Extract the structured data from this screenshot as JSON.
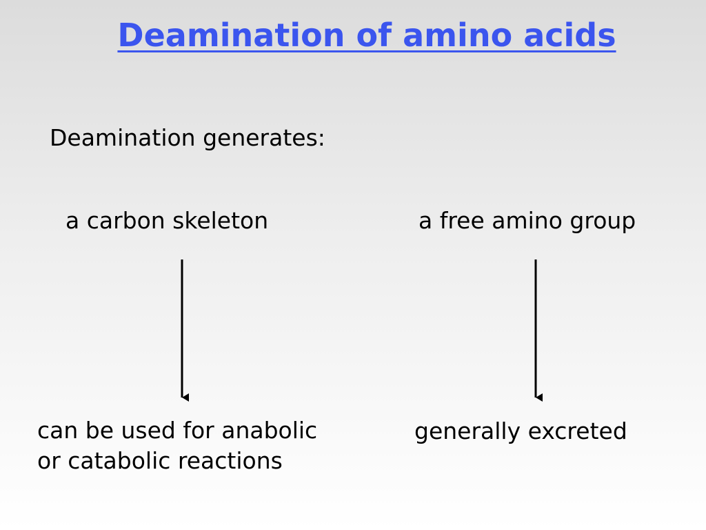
{
  "slide": {
    "title": "Deamination of amino acids",
    "subtitle": "Deamination generates:",
    "left_branch": {
      "source": "a carbon skeleton",
      "result_line_1": "can be used for anabolic",
      "result_line_2": "or catabolic reactions"
    },
    "right_branch": {
      "source": "a free amino group",
      "result": "generally excreted"
    }
  },
  "colors": {
    "title": "#3b55ee",
    "text": "#000000",
    "arrow": "#000000"
  }
}
